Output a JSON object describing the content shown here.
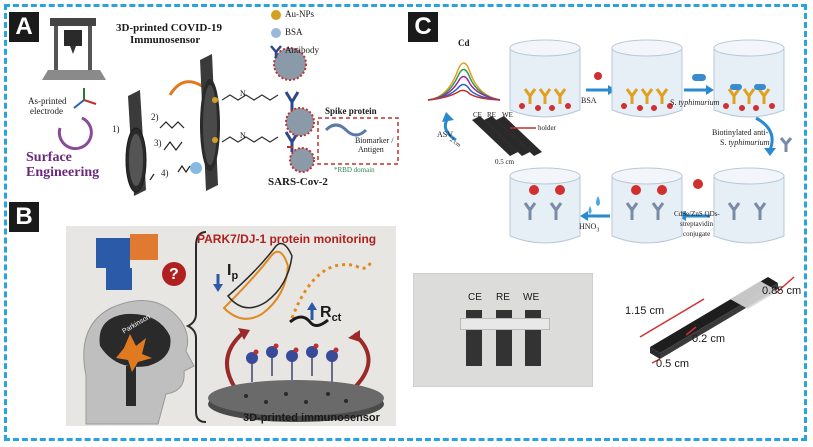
{
  "panels": {
    "a": {
      "label": "A",
      "title_line1": "3D-printed COVID-19",
      "title_line2": "Immunosensor",
      "as_printed_line1": "As-printed",
      "as_printed_line2": "electrode",
      "surface_line1": "Surface",
      "surface_line2": "Engineering",
      "steps": [
        "1)",
        "2)",
        "3)",
        "4)"
      ],
      "legend": [
        "Au-NPs",
        "BSA",
        "Antibody"
      ],
      "spike": "Spike protein",
      "biomarker_line1": "Biomarker /",
      "biomarker_line2": "Antigen",
      "rbd": "*RBD domain",
      "virus": "SARS-Cov-2",
      "n_label": "N"
    },
    "b": {
      "label": "B",
      "header": "PARK7/DJ-1 protein monitoring",
      "ip": "I",
      "ip_sub": "p",
      "rct": "R",
      "rct_sub": "ct",
      "parkinson": "Parkinson",
      "question": "?",
      "bottom": "3D-printed immunosensor"
    },
    "c": {
      "label": "C",
      "cd": "Cd",
      "bsa": "BSA",
      "typh_prefix": "S. ",
      "typh": "typhimurium",
      "biotin_line1": "Biotinylated anti-",
      "biotin_line2_prefix": "S. ",
      "biotin_line2": "typhimurium",
      "asv": "ASV",
      "electrodes": [
        "CE",
        "RE",
        "WE"
      ],
      "holder": "holder",
      "dim_2cm": "2 cm",
      "dim_05cm": "0.5 cm",
      "hno3": "HNO",
      "hno3_sub": "3",
      "qd_line1": "CdSe/ZnS QDs-",
      "qd_line2": "streptavidin",
      "qd_line3": "conjugate",
      "photo_labels": [
        "CE",
        "RE",
        "WE"
      ],
      "dims": [
        "1.15 cm",
        "0.2 cm",
        "0.85 cm",
        "0.5 cm"
      ]
    }
  }
}
